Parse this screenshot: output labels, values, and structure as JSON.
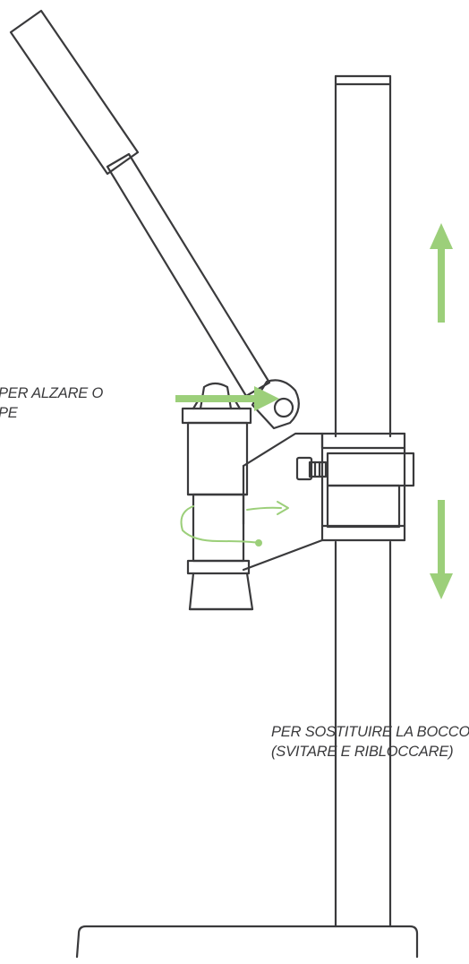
{
  "annotations": {
    "height_adjust": {
      "line1": "PER ALZARE O",
      "line2": "PE"
    },
    "bushing_replace": {
      "line1": "PER SOSTITUIRE LA BOCCOLA",
      "line2": "(SVITARE E RIBLOCCARE)"
    }
  },
  "colors": {
    "outline": "#3a3a3c",
    "accent": "#9ccf7a",
    "background": "#ffffff"
  }
}
